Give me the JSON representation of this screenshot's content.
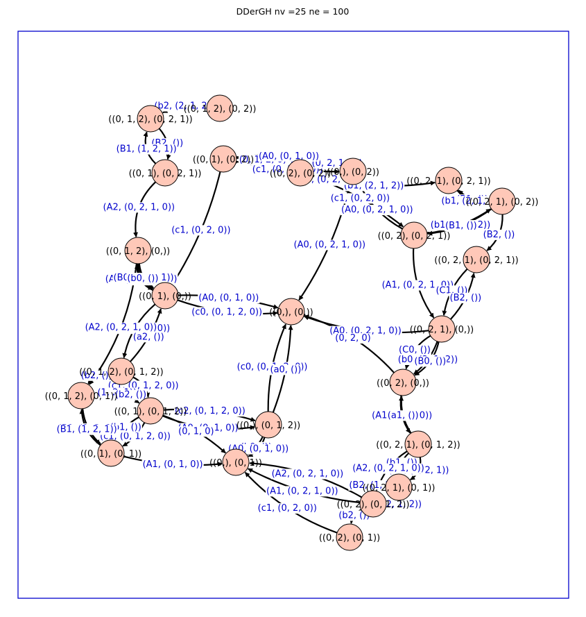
{
  "title": "DDerGH nv =25  ne = 100",
  "colors": {
    "frame": "#0000cc",
    "node_fill": "#ffc8b8",
    "node_stroke": "#000000",
    "edge": "#000000",
    "edge_label": "#0000cc",
    "node_label": "#000000"
  },
  "nodes": [
    {
      "id": "n01",
      "label": "((0, 1, 2), (0, 2))"
    },
    {
      "id": "n02",
      "label": "((0, 1, 2), (0, 2, 1))"
    },
    {
      "id": "n03",
      "label": "((0, 1), (0, 2))"
    },
    {
      "id": "n04",
      "label": "((0, 1), (0, 2, 1))"
    },
    {
      "id": "n05",
      "label": "((0, 2), (0, 2))"
    },
    {
      "id": "n06",
      "label": "((0,), (0, 2))"
    },
    {
      "id": "n07",
      "label": "((0, 2, 1), (0, 2, 1))"
    },
    {
      "id": "n08",
      "label": "((0, 2, 1), (0, 2))"
    },
    {
      "id": "n09",
      "label": "((0, 2), (0, 2, 1))"
    },
    {
      "id": "n10",
      "label": "((0, 1, 2), (0,))"
    },
    {
      "id": "n11",
      "label": "((0, 1), (0,))"
    },
    {
      "id": "n12",
      "label": "((0,), (0,))"
    },
    {
      "id": "n13",
      "label": "((0, 2, 1), (0,))"
    },
    {
      "id": "n14",
      "label": "((0, 2), (0,))"
    },
    {
      "id": "n15",
      "label": "((0, 1, 2), (0, 1, 2))"
    },
    {
      "id": "n16",
      "label": "((0, 1), (0, 1, 2))"
    },
    {
      "id": "n17",
      "label": "((0, 1, 2), (0, 1))"
    },
    {
      "id": "n18",
      "label": "((0, 1), (0, 1))"
    },
    {
      "id": "n19",
      "label": "((0,), (0, 1, 2))"
    },
    {
      "id": "n20",
      "label": "((0,), (0, 1))"
    },
    {
      "id": "n21",
      "label": "((0, 2, 1), (0, 1, 2))"
    },
    {
      "id": "n22",
      "label": "((0, 2, 1), (0, 1))"
    },
    {
      "id": "n23",
      "label": "((0, 2), (0, 1, 2))"
    },
    {
      "id": "n24",
      "label": "((0, 2), (0, 1))"
    },
    {
      "id": "n25",
      "label": "((0, 2, 1), (0, 2, 1))"
    }
  ],
  "edges": [
    {
      "from": "n01",
      "to": "n02",
      "label": "(b2, (2, 1, 2))"
    },
    {
      "from": "n02",
      "to": "n04",
      "label": "(B2, ())"
    },
    {
      "from": "n03",
      "to": "n06",
      "label": "(c1, (0, 1, 2, 0))"
    },
    {
      "from": "n04",
      "to": "n02",
      "label": "(B1, (1, 2, 1))"
    },
    {
      "from": "n04",
      "to": "n10",
      "label": "(A2, (0, 2, 1, 0))"
    },
    {
      "from": "n03",
      "to": "n11",
      "label": "(c1, (0, 2, 0))"
    },
    {
      "from": "n10",
      "to": "n11",
      "label": "(A1, (0, 2, 1, 0))"
    },
    {
      "from": "n11",
      "to": "n10",
      "label": "(b0, ())"
    },
    {
      "from": "n11",
      "to": "n12",
      "label": "(c0, (0, 1, 2, 0))"
    },
    {
      "from": "n10",
      "to": "n11",
      "label": "(B0, (1, 2, 1))"
    },
    {
      "from": "n11",
      "to": "n12",
      "label": "(A0, (0, 1, 0))"
    },
    {
      "from": "n11",
      "to": "n15",
      "label": "(c2, (0, 1, 2, 0))"
    },
    {
      "from": "n10",
      "to": "n17",
      "label": "(A2, (0, 2, 1, 0))"
    },
    {
      "from": "n15",
      "to": "n11",
      "label": "(a2, ())"
    },
    {
      "from": "n15",
      "to": "n16",
      "label": "(c1, (0, 1, 2, 0))"
    },
    {
      "from": "n17",
      "to": "n15",
      "label": "(B2, (1, 2, 1))"
    },
    {
      "from": "n15",
      "to": "n16",
      "label": "(b2, ())"
    },
    {
      "from": "n16",
      "to": "n19",
      "label": "(c2, (0, 1, 2, 0))"
    },
    {
      "from": "n17",
      "to": "n18",
      "label": "(B1, (1, 2, 1))"
    },
    {
      "from": "n16",
      "to": "n18",
      "label": "(c1, (0, 1, 2, 0))"
    },
    {
      "from": "n18",
      "to": "n20",
      "label": "(A1, (0, 1, 0))"
    },
    {
      "from": "n16",
      "to": "n18",
      "label": "(b1, ())"
    },
    {
      "from": "n18",
      "to": "n17",
      "label": "(B1, (1, 2, 1))"
    },
    {
      "from": "n19",
      "to": "n20",
      "label": "(b0, ())"
    },
    {
      "from": "n16",
      "to": "n19",
      "label": "(A0, (0, 1, 0))"
    },
    {
      "from": "n19",
      "to": "n12",
      "label": "(c0, (0, 1, 2, 0))"
    },
    {
      "from": "n19",
      "to": "n12",
      "label": "(a0, ())"
    },
    {
      "from": "n06",
      "to": "n12",
      "label": "(A0, (0, 2, 1, 0))"
    },
    {
      "from": "n05",
      "to": "n06",
      "label": "(c1, (0, 2, 0))"
    },
    {
      "from": "n03",
      "to": "n05",
      "label": "(0, 1, 2, 0)"
    },
    {
      "from": "n05",
      "to": "n07",
      "label": "(b1, (2, 1, 2))"
    },
    {
      "from": "n08",
      "to": "n07",
      "label": "(B1, ())"
    },
    {
      "from": "n09",
      "to": "n08",
      "label": "(b1, (2, 1, 2))"
    },
    {
      "from": "n09",
      "to": "n13",
      "label": "(A1, (0, 2, 1, 0))"
    },
    {
      "from": "n08",
      "to": "n25",
      "label": "(B2, ())"
    },
    {
      "from": "n25",
      "to": "n13",
      "label": "(C1, ())"
    },
    {
      "from": "n13",
      "to": "n12",
      "label": "(A0, (0, 2, 1, 0))"
    },
    {
      "from": "n13",
      "to": "n14",
      "label": "(C0, ())"
    },
    {
      "from": "n13",
      "to": "n14",
      "label": "(b0, (2, 1, 2))"
    },
    {
      "from": "n14",
      "to": "n12",
      "label": "(0, 2, 0)"
    },
    {
      "from": "n13",
      "to": "n14",
      "label": "(B0, ())"
    },
    {
      "from": "n14",
      "to": "n21",
      "label": "(A1, (0, 1, 0))"
    },
    {
      "from": "n21",
      "to": "n14",
      "label": "(a1, ())"
    },
    {
      "from": "n23",
      "to": "n20",
      "label": "(A2, (0, 2, 1, 0))"
    },
    {
      "from": "n21",
      "to": "n22",
      "label": "(B1, (1, 2, 1))"
    },
    {
      "from": "n21",
      "to": "n22",
      "label": "(b1, ())"
    },
    {
      "from": "n22",
      "to": "n23",
      "label": "(b1, (2, 1, 2))"
    },
    {
      "from": "n23",
      "to": "n20",
      "label": "(A1, (0, 2, 1, 0))"
    },
    {
      "from": "n22",
      "to": "n23",
      "label": "(B2, (1, 2, 1))"
    },
    {
      "from": "n23",
      "to": "n24",
      "label": "(b2, ())"
    },
    {
      "from": "n24",
      "to": "n20",
      "label": "(c1, (0, 2, 0))"
    },
    {
      "from": "n06",
      "to": "n05",
      "label": "(A2, (0, 2, 1, 0))"
    },
    {
      "from": "n05",
      "to": "n09",
      "label": "(c1, (0, 2, 0))"
    },
    {
      "from": "n07",
      "to": "n08",
      "label": "(b1, (2, 1, 2))"
    },
    {
      "from": "n09",
      "to": "n06",
      "label": "(A0, (0, 2, 1, 0))"
    },
    {
      "from": "n05",
      "to": "n06",
      "label": "(c0, (0, 2, 0))"
    },
    {
      "from": "n10",
      "to": "n11",
      "label": "(b0, ())"
    },
    {
      "from": "n08",
      "to": "n09",
      "label": "(B1, ())"
    },
    {
      "from": "n13",
      "to": "n25",
      "label": "(B2, ())"
    },
    {
      "from": "n03",
      "to": "n06",
      "label": "(A0, (0, 1, 0))"
    },
    {
      "from": "n15",
      "to": "n17",
      "label": "(b2, ())"
    },
    {
      "from": "n16",
      "to": "n20",
      "label": "(0, 1, 0)"
    },
    {
      "from": "n21",
      "to": "n23",
      "label": "(A2, (0, 2, 1, 0))"
    },
    {
      "from": "n19",
      "to": "n20",
      "label": "(A0, (0, 1, 0))"
    }
  ]
}
